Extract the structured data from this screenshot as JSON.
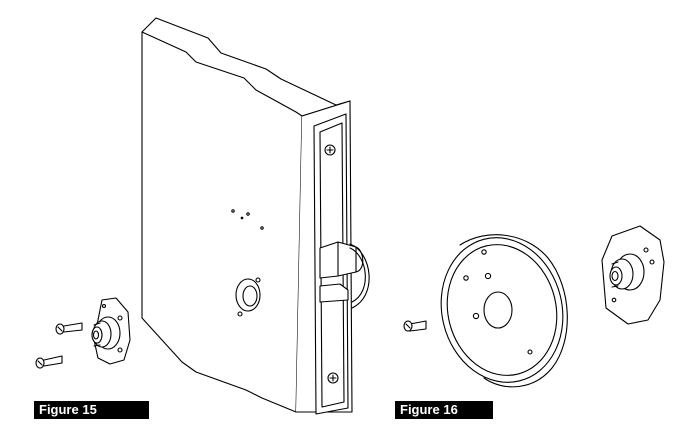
{
  "figures": [
    {
      "label": "Figure 15",
      "depicts": "trim-mounting-plate-with-screws"
    },
    {
      "label": "Figure 16",
      "depicts": "rose-trim-with-mounting-plate"
    }
  ],
  "colors": {
    "line": "#000000",
    "background": "#ffffff",
    "label_bg": "#000000",
    "label_text": "#ffffff"
  }
}
